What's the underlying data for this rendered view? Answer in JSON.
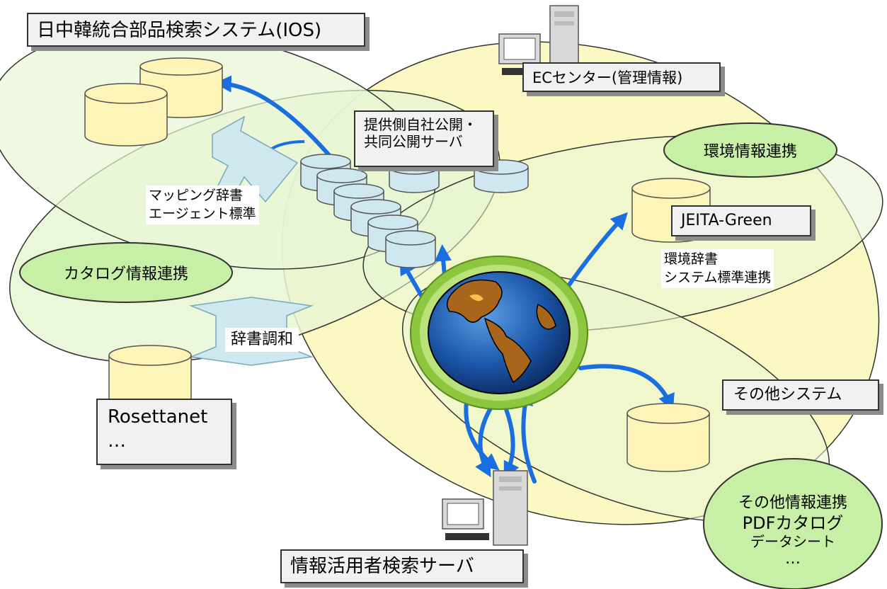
{
  "boxes": {
    "ios": "日中韓統合部品検索システム(IOS)",
    "ec_center": "ECセンター(管理情報)",
    "provider_server": [
      "提供側自社公開・",
      "共同公開サーバ"
    ],
    "jeita_green": "JEITA-Green",
    "other_system": "その他システム",
    "rosettanet": [
      "Rosettanet",
      "…"
    ],
    "user_server": "情報活用者検索サーバ"
  },
  "ovals": {
    "env_link": "環境情報連携",
    "catalog_link": "カタログ情報連携",
    "other_link": [
      "その他情報連携",
      "PDFカタログ",
      "データシート",
      "…"
    ]
  },
  "labels": {
    "mapping": [
      "マッピング辞書",
      "エージェント標準"
    ],
    "dictionary_harmony": "辞書調和",
    "env_dictionary": [
      "環境辞書",
      "システム標準連携"
    ]
  },
  "colors": {
    "region_green": "#e8f6d4",
    "region_yellow": "#fbf8c4",
    "oval_green": "#c7f0a6",
    "arrow_blue": "#1a6fe0",
    "db_yellow": "#fdf4b8",
    "db_cyan": "#cfe8ef",
    "box_bg": "#f1f1f1",
    "shadow": "#8c8c8c"
  },
  "icons": [
    "database-icon",
    "server-icon",
    "globe-icon",
    "arrow-icon"
  ]
}
